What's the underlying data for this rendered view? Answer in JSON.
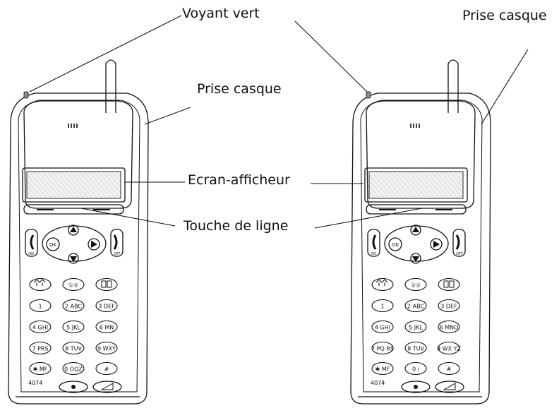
{
  "labels": {
    "voyant_vert": "Voyant vert",
    "prise_casque_left": "Prise casque",
    "prise_casque_right": "Prise casque",
    "ecran_afficheur": "Ecran-afficheur",
    "touche_de_ligne": "Touche de ligne"
  },
  "phones": [
    {
      "model": "4074",
      "keys": {
        "on": "ON",
        "off": "OFF",
        "ok": "OK",
        "row1": [
          "",
          "①②",
          ""
        ],
        "row2": [
          "1",
          "2 ABC",
          "3 DEF"
        ],
        "row3": [
          "4 GHI",
          "5 JKL",
          "6 MN"
        ],
        "row4": [
          "7 PRS",
          "8 TUV",
          "9 WXY"
        ],
        "row5": [
          "✱ MF",
          "0 OQZ",
          "# "
        ]
      }
    },
    {
      "model": "4074",
      "keys": {
        "on": "ON",
        "off": "OFF",
        "ok": "OK",
        "row1": [
          "",
          "①②",
          ""
        ],
        "row2": [
          "1",
          "2 ABC",
          "3 DEF"
        ],
        "row3": [
          "4 GHI",
          "5 JKL",
          "6 MNO"
        ],
        "row4": [
          "7 PQ RS",
          "8 TUV",
          "9 WX YZ"
        ],
        "row5": [
          "✱ MF",
          "0 i",
          "# "
        ]
      }
    }
  ]
}
